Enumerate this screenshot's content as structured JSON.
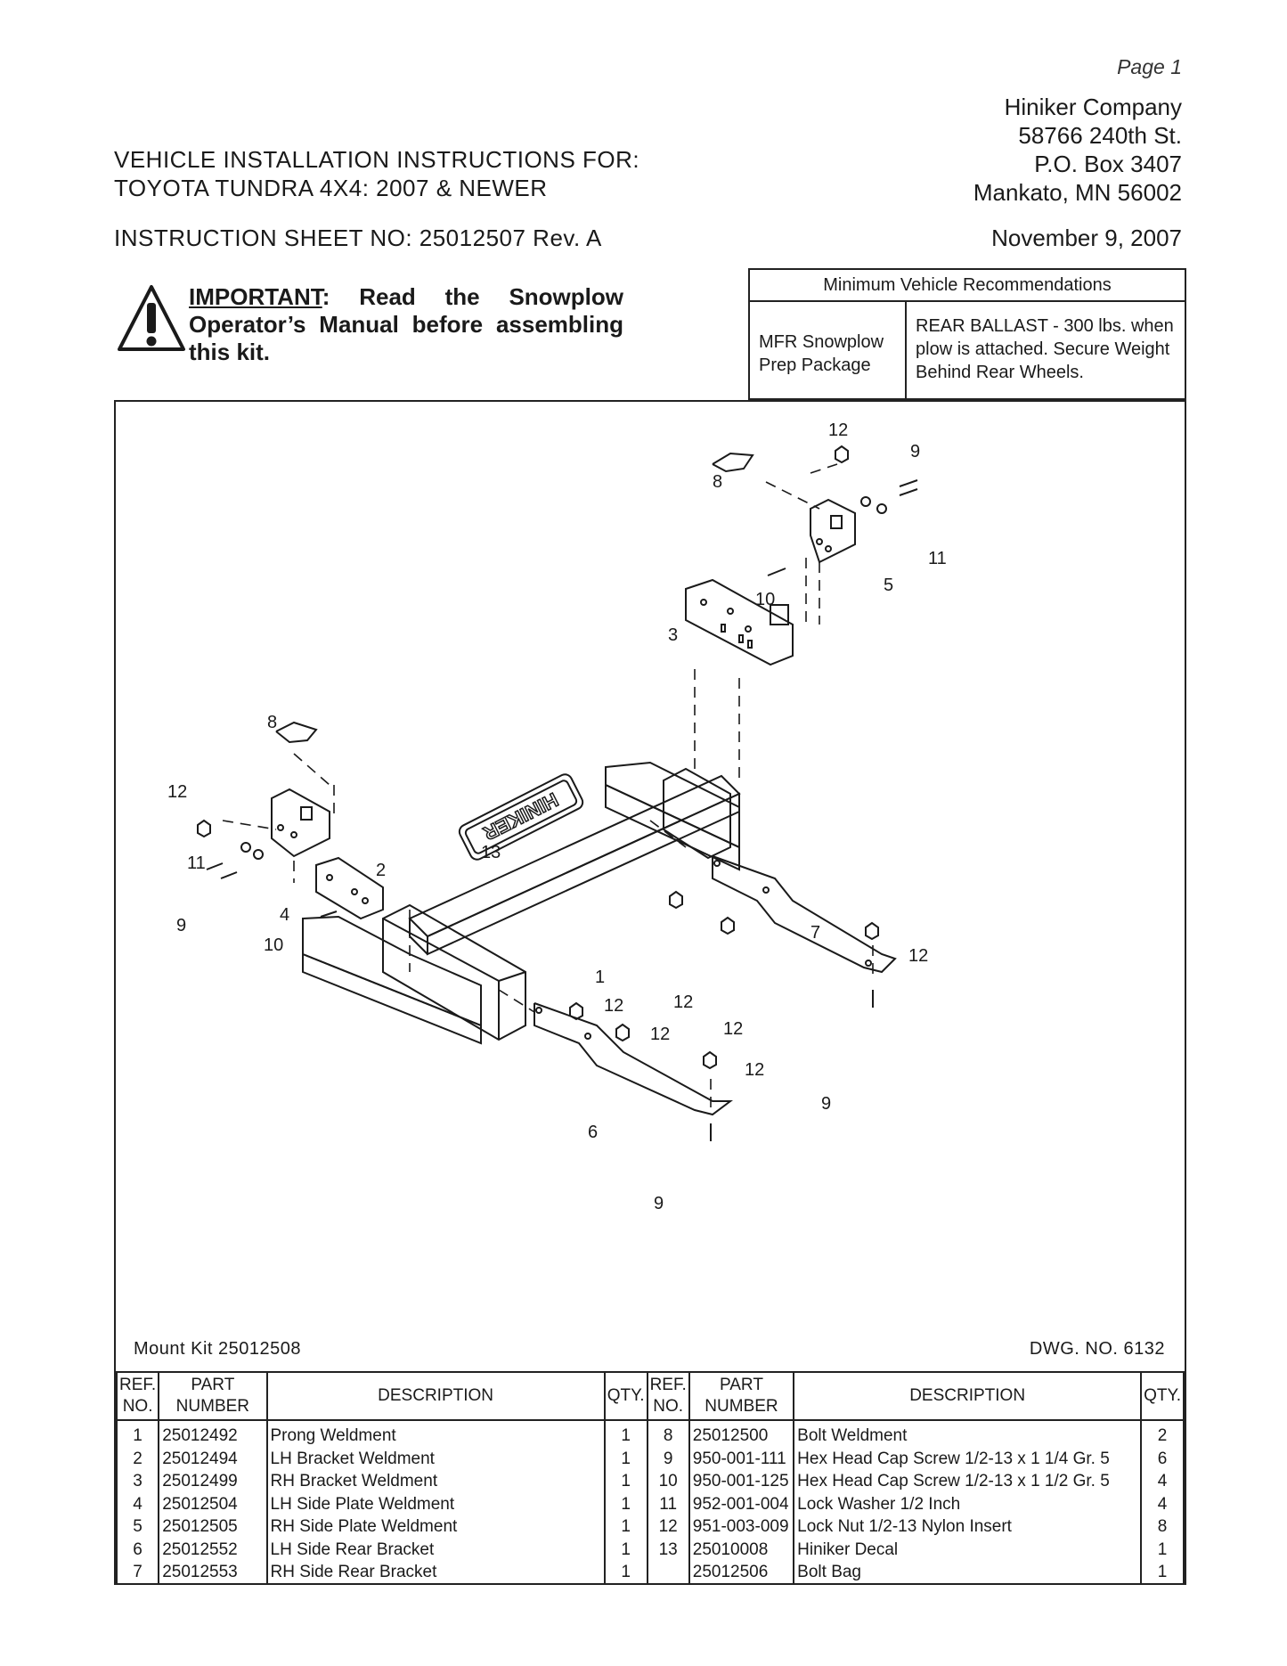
{
  "header": {
    "page": "Page  1",
    "company": [
      "Hiniker Company",
      "58766 240th St.",
      "P.O. Box 3407",
      "Mankato, MN 56002"
    ],
    "title_lines": [
      "VEHICLE INSTALLATION INSTRUCTIONS FOR:",
      "TOYOTA TUNDRA 4X4: 2007 & NEWER"
    ],
    "sheet": "INSTRUCTION SHEET NO: 25012507 Rev. A",
    "date": "November 9, 2007"
  },
  "warning": {
    "icon": "warning-triangle-icon",
    "important": "IMPORTANT",
    "text": ": Read the Snowplow Operator’s Manual before assembling this kit."
  },
  "recommendations": {
    "heading": "Minimum Vehicle Recommendations",
    "col1": "MFR Snowplow Prep Package",
    "col2": "REAR BALLAST - 300 lbs. when plow is attached. Secure Weight Behind Rear Wheels."
  },
  "drawing": {
    "mount_kit": "Mount Kit 25012508",
    "dwg_no": "DWG. NO. 6132",
    "decal_text": "HINIKER",
    "callouts": [
      "12",
      "9",
      "8",
      "11",
      "5",
      "10",
      "3",
      "8",
      "12",
      "11",
      "2",
      "13",
      "4",
      "9",
      "10",
      "1",
      "7",
      "12",
      "12",
      "12",
      "12",
      "12",
      "12",
      "6",
      "9",
      "9"
    ]
  },
  "parts_table": {
    "headers": {
      "ref": "REF. NO.",
      "part": "PART NUMBER",
      "desc": "DESCRIPTION",
      "qty": "QTY."
    },
    "rows": [
      {
        "l": {
          "ref": "1",
          "part": "25012492",
          "desc": "Prong Weldment",
          "qty": "1"
        },
        "r": {
          "ref": "8",
          "part": "25012500",
          "desc": "Bolt Weldment",
          "qty": "2"
        }
      },
      {
        "l": {
          "ref": "2",
          "part": "25012494",
          "desc": "LH Bracket Weldment",
          "qty": "1"
        },
        "r": {
          "ref": "9",
          "part": "950-001-111",
          "desc": "Hex Head Cap Screw 1/2-13 x 1 1/4 Gr. 5",
          "qty": "6"
        }
      },
      {
        "l": {
          "ref": "3",
          "part": "25012499",
          "desc": "RH Bracket Weldment",
          "qty": "1"
        },
        "r": {
          "ref": "10",
          "part": "950-001-125",
          "desc": "Hex Head Cap Screw 1/2-13 x 1 1/2 Gr. 5",
          "qty": "4"
        }
      },
      {
        "l": {
          "ref": "4",
          "part": "25012504",
          "desc": "LH Side Plate Weldment",
          "qty": "1"
        },
        "r": {
          "ref": "11",
          "part": "952-001-004",
          "desc": "Lock Washer 1/2 Inch",
          "qty": "4"
        }
      },
      {
        "l": {
          "ref": "5",
          "part": "25012505",
          "desc": "RH Side Plate Weldment",
          "qty": "1"
        },
        "r": {
          "ref": "12",
          "part": "951-003-009",
          "desc": "Lock Nut 1/2-13 Nylon Insert",
          "qty": "8"
        }
      },
      {
        "l": {
          "ref": "6",
          "part": "25012552",
          "desc": "LH Side Rear Bracket",
          "qty": "1"
        },
        "r": {
          "ref": "13",
          "part": "25010008",
          "desc": "Hiniker Decal",
          "qty": "1"
        }
      },
      {
        "l": {
          "ref": "7",
          "part": "25012553",
          "desc": "RH Side Rear Bracket",
          "qty": "1"
        },
        "r": {
          "ref": "",
          "part": "25012506",
          "desc": "Bolt Bag",
          "qty": "1"
        }
      }
    ]
  }
}
